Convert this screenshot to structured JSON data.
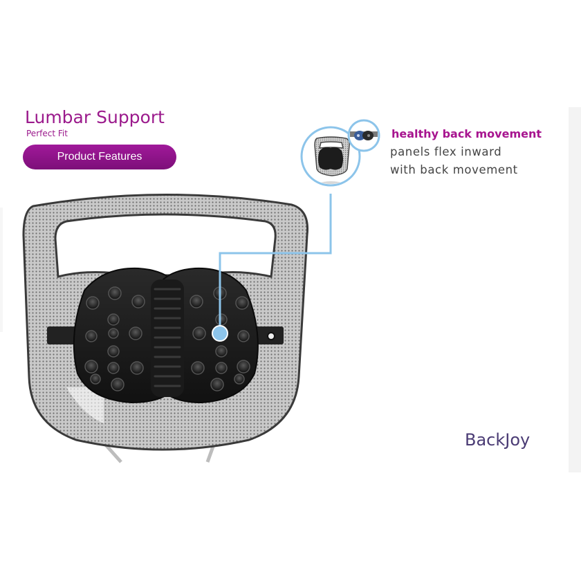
{
  "header": {
    "title": "Lumbar Support",
    "subtitle": "Perfect Fit",
    "features_button_label": "Product Features"
  },
  "callout": {
    "title": "healthy back movement",
    "line1": "panels flex inward",
    "line2": "with back movement"
  },
  "brand": {
    "name": "BackJoy"
  },
  "colors": {
    "accent": "#9b1a8c",
    "callout_blue": "#8cc4ea",
    "brand": "#4a3b74"
  }
}
